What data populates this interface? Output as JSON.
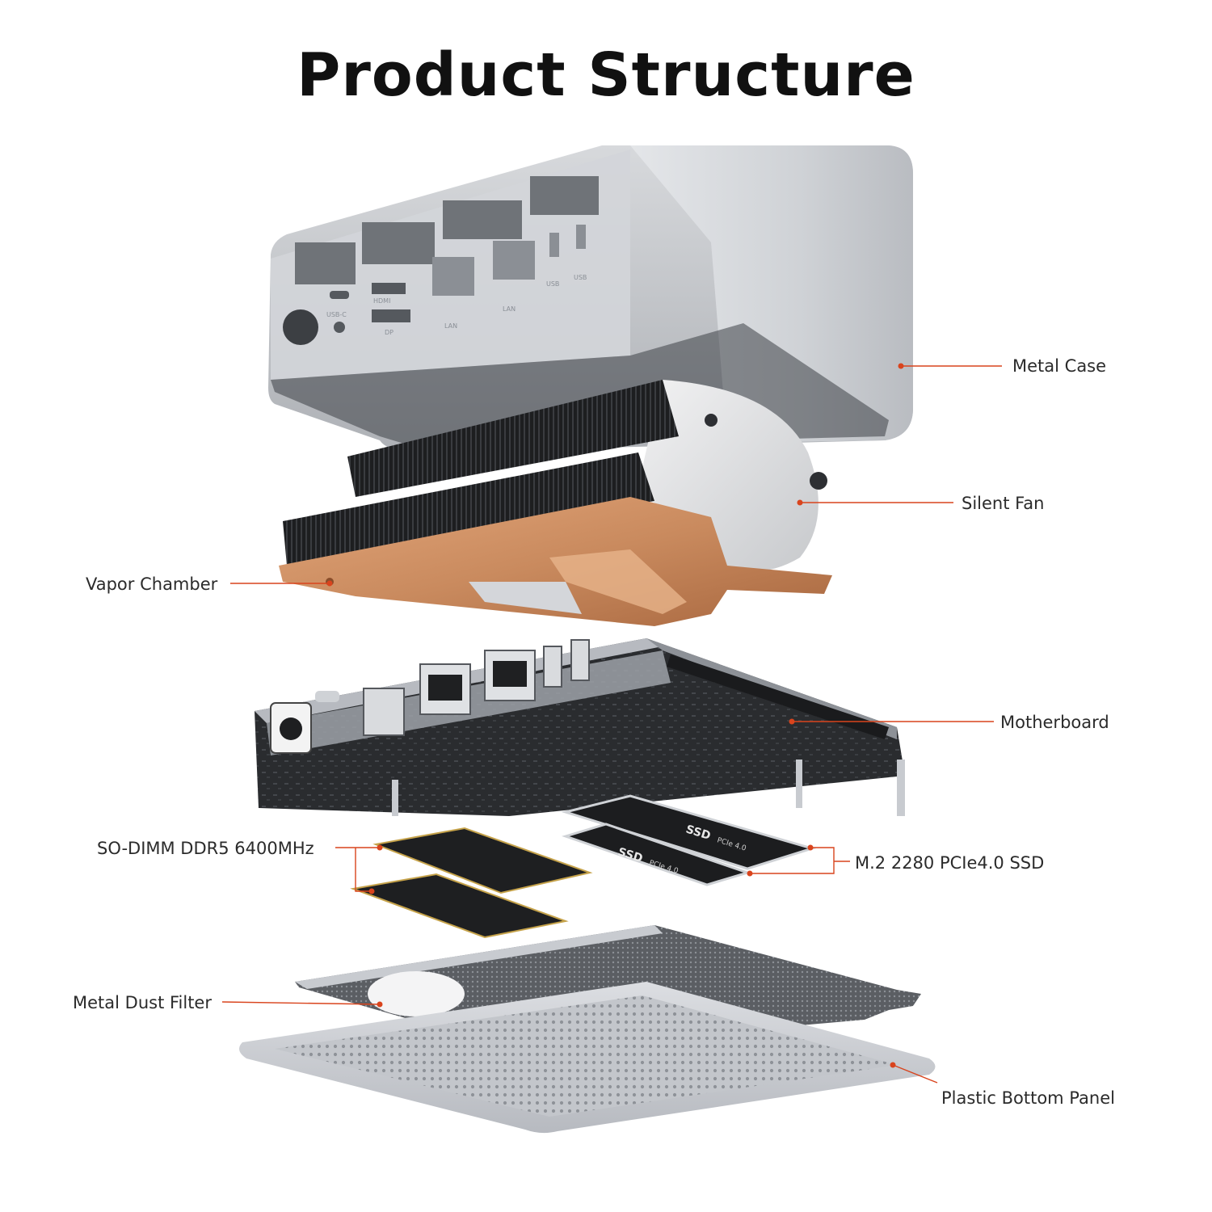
{
  "title": "Product Structure",
  "labels": {
    "metal_case": "Metal Case",
    "silent_fan": "Silent Fan",
    "vapor_chamber": "Vapor Chamber",
    "motherboard": "Motherboard",
    "ram": "SO-DIMM DDR5 6400MHz",
    "ssd": "M.2 2280 PCIe4.0 SSD",
    "dust_filter": "Metal Dust Filter",
    "bottom_panel": "Plastic Bottom Panel"
  },
  "case_ports": [
    "USB-C",
    "HDMI",
    "DP",
    "LAN",
    "LAN",
    "USB",
    "USB"
  ],
  "ssd_marks": [
    "SSD",
    "PCIe 4.0"
  ],
  "colors": {
    "leader": "#d9441d",
    "case": "#c9ccd1",
    "copper": "#c98a5e",
    "pcb": "#2a2c2f"
  }
}
